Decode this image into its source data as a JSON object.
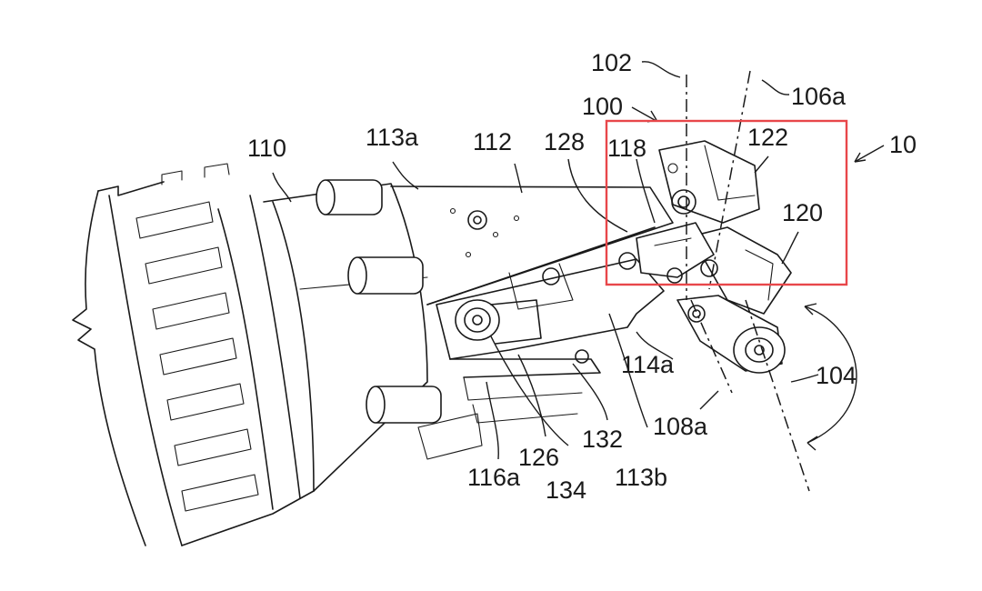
{
  "figure": {
    "reference_numerals": [
      {
        "id": "n10",
        "text": "10"
      },
      {
        "id": "n100",
        "text": "100"
      },
      {
        "id": "n102",
        "text": "102"
      },
      {
        "id": "n104",
        "text": "104"
      },
      {
        "id": "n106a",
        "text": "106a"
      },
      {
        "id": "n108a",
        "text": "108a"
      },
      {
        "id": "n110",
        "text": "110"
      },
      {
        "id": "n112",
        "text": "112"
      },
      {
        "id": "n113a",
        "text": "113a"
      },
      {
        "id": "n113b",
        "text": "113b"
      },
      {
        "id": "n114a",
        "text": "114a"
      },
      {
        "id": "n116a",
        "text": "116a"
      },
      {
        "id": "n118",
        "text": "118"
      },
      {
        "id": "n120",
        "text": "120"
      },
      {
        "id": "n122",
        "text": "122"
      },
      {
        "id": "n126",
        "text": "126"
      },
      {
        "id": "n128",
        "text": "128"
      },
      {
        "id": "n132",
        "text": "132"
      },
      {
        "id": "n134",
        "text": "134"
      }
    ],
    "highlight_color": "#e8474a",
    "line_color": "#1a1a1a"
  }
}
